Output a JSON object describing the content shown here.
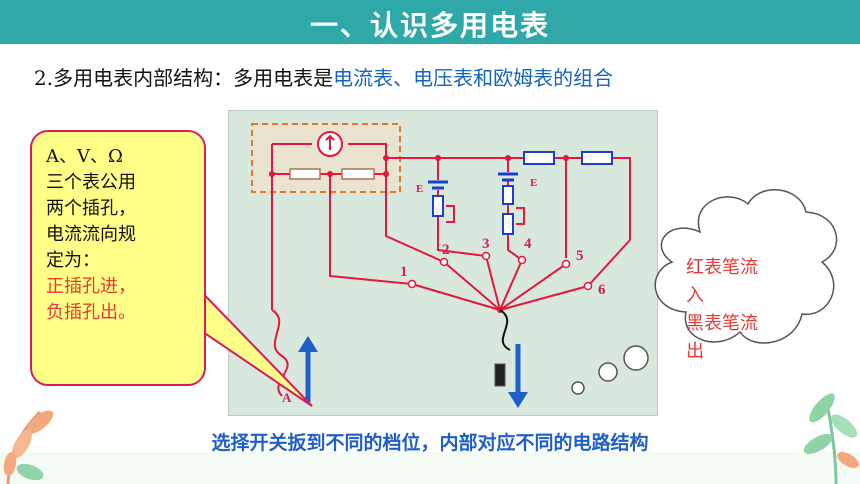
{
  "title": "一、认识多用电表",
  "subtitle": {
    "prefix": "2.多用电表内部结构：多用电表是",
    "highlight": "电流表、电压表和欧姆表的组合"
  },
  "callout_left": {
    "line1": "A、V、Ω",
    "line2": "三个表公用",
    "line3": "两个插孔，",
    "line4": "电流流向规",
    "line5": "定为：",
    "line6": "正插孔进，",
    "line7": "负插孔出。"
  },
  "cloud": {
    "line1": "红表笔流",
    "line2": "入",
    "line3": "黑表笔流",
    "line4": "出"
  },
  "diagram": {
    "labels": [
      "1",
      "2",
      "3",
      "4",
      "5",
      "6"
    ],
    "battery_label": "E",
    "probe_label": "A"
  },
  "footer": "选择开关扳到不同的档位，内部对应不同的电路结构",
  "colors": {
    "header_band": "#2fa8a8",
    "highlight_text": "#1565c0",
    "callout_fill": "#ffff88",
    "callout_border": "#d81b60",
    "wire": "#e5173b",
    "arrow": "#1e5fc9",
    "component": "#1a3fd1"
  }
}
